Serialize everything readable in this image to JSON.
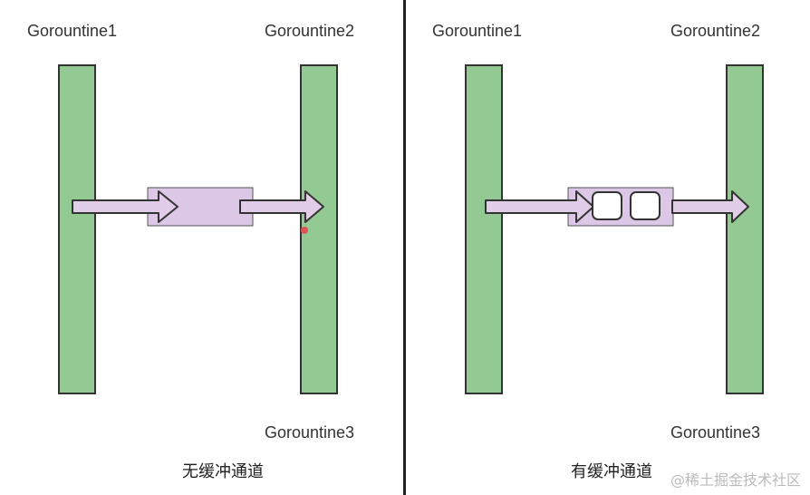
{
  "left_panel": {
    "goroutine1_label": "Gorountine1",
    "goroutine2_label": "Gorountine2",
    "goroutine3_label": "Gorountine3",
    "caption": "无缓冲通道"
  },
  "right_panel": {
    "goroutine1_label": "Gorountine1",
    "goroutine2_label": "Gorountine2",
    "goroutine3_label": "Gorountine3",
    "caption": "有缓冲通道",
    "buffer_slots": 2
  },
  "watermark": "@稀土掘金技术社区",
  "colors": {
    "goroutine_bar": "#93c993",
    "goroutine_border": "#333333",
    "channel_fill": "#dcc7e6",
    "arrow_fill": "#e2cde9",
    "pointer_dot": "#e05555"
  }
}
